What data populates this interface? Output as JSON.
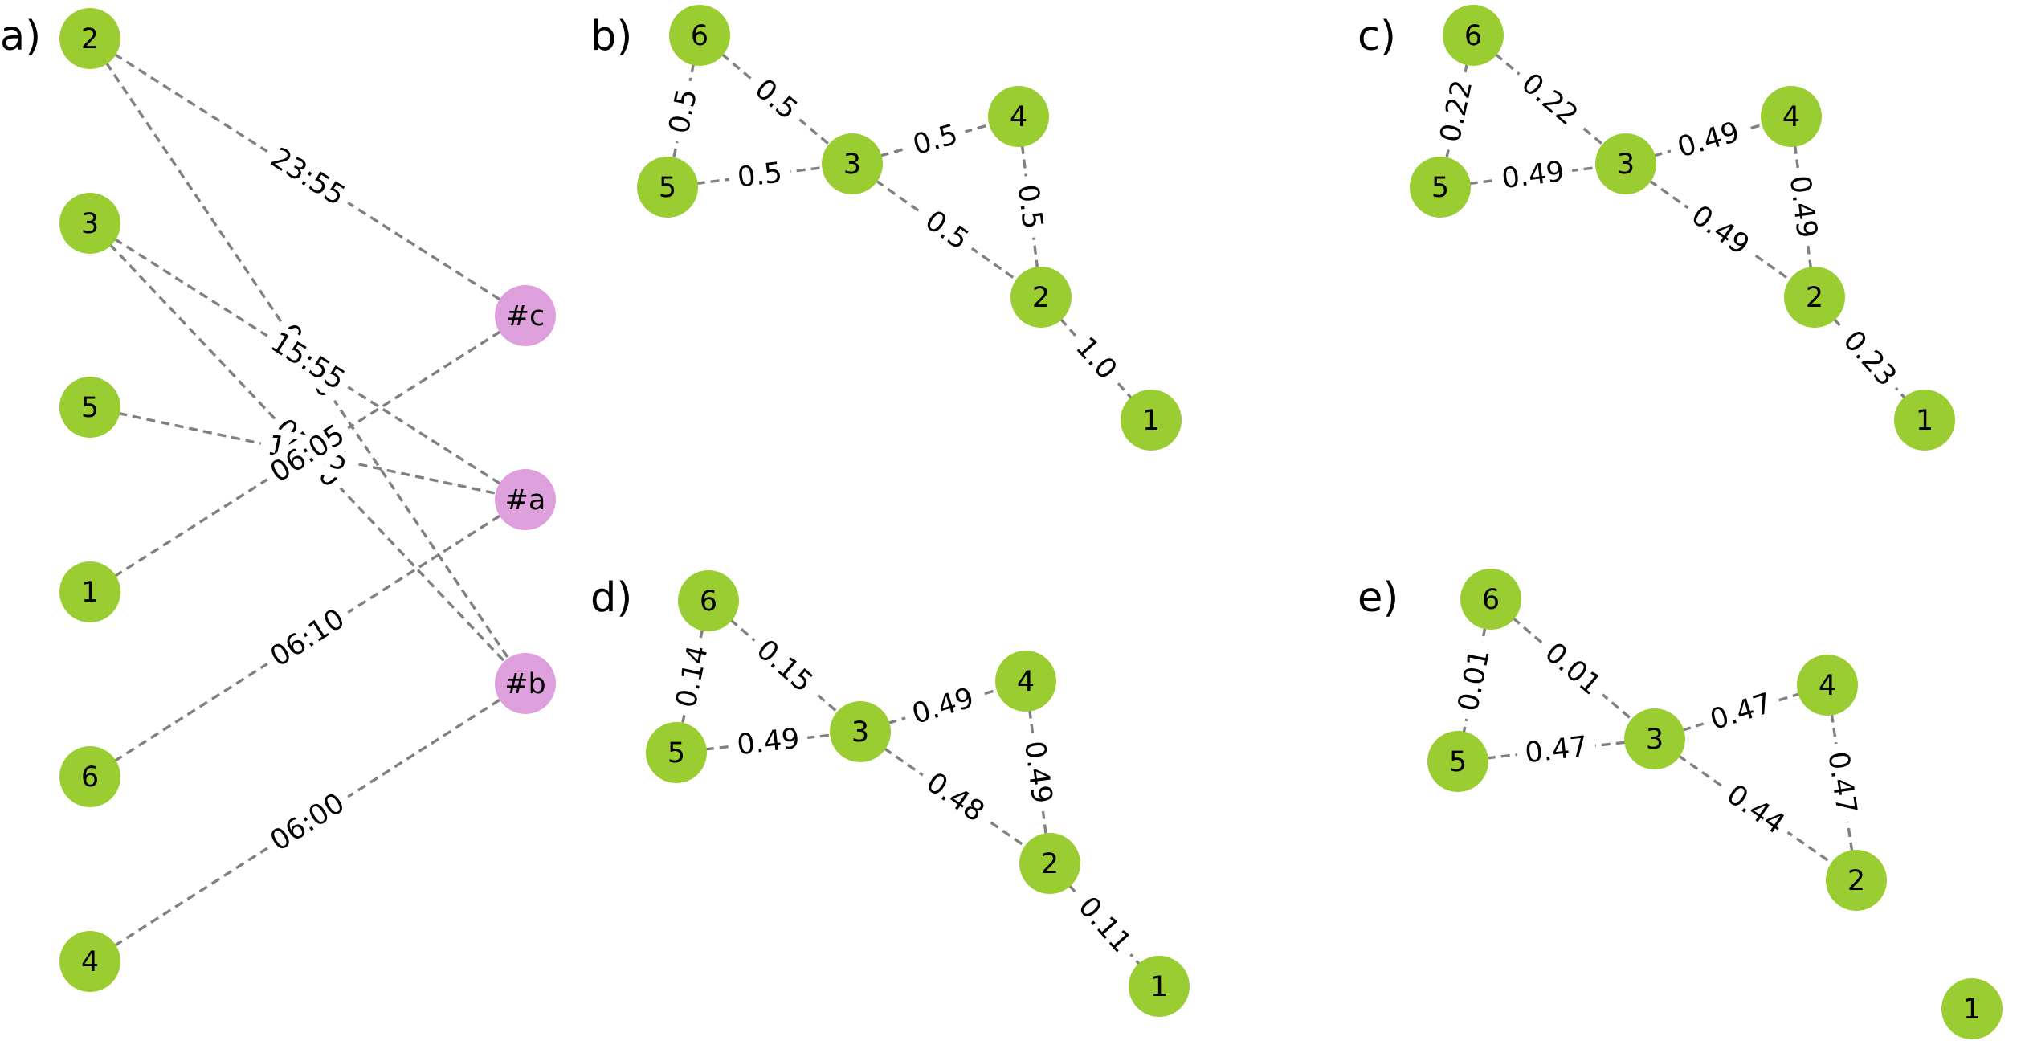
{
  "colors": {
    "user_node": "#9acd32",
    "tag_node": "#dda0dd",
    "edge": "#808080"
  },
  "panels": [
    {
      "label": "a)",
      "nodes": [
        {
          "id": "2",
          "type": "user"
        },
        {
          "id": "3",
          "type": "user"
        },
        {
          "id": "5",
          "type": "user"
        },
        {
          "id": "1",
          "type": "user"
        },
        {
          "id": "6",
          "type": "user"
        },
        {
          "id": "4",
          "type": "user"
        },
        {
          "id": "#c",
          "type": "tag"
        },
        {
          "id": "#a",
          "type": "tag"
        },
        {
          "id": "#b",
          "type": "tag"
        }
      ],
      "edges": [
        {
          "from": "2",
          "to": "#c",
          "label": "23:55"
        },
        {
          "from": "2",
          "to": "#b",
          "label": "06:10"
        },
        {
          "from": "3",
          "to": "#a",
          "label": "15:55"
        },
        {
          "from": "3",
          "to": "#b",
          "label": "05:50"
        },
        {
          "from": "5",
          "to": "#a",
          "label": "16:05"
        },
        {
          "from": "1",
          "to": "#c",
          "label": "06:05"
        },
        {
          "from": "6",
          "to": "#a",
          "label": "06:10"
        },
        {
          "from": "4",
          "to": "#b",
          "label": "06:00"
        }
      ]
    },
    {
      "label": "b)",
      "nodes": [
        {
          "id": "6"
        },
        {
          "id": "5"
        },
        {
          "id": "3"
        },
        {
          "id": "4"
        },
        {
          "id": "2"
        },
        {
          "id": "1"
        }
      ],
      "edges": [
        {
          "from": "6",
          "to": "5",
          "label": "0.5"
        },
        {
          "from": "6",
          "to": "3",
          "label": "0.5"
        },
        {
          "from": "5",
          "to": "3",
          "label": "0.5"
        },
        {
          "from": "3",
          "to": "4",
          "label": "0.5"
        },
        {
          "from": "3",
          "to": "2",
          "label": "0.5"
        },
        {
          "from": "4",
          "to": "2",
          "label": "0.5"
        },
        {
          "from": "2",
          "to": "1",
          "label": "1.0"
        }
      ]
    },
    {
      "label": "c)",
      "nodes": [
        {
          "id": "6"
        },
        {
          "id": "5"
        },
        {
          "id": "3"
        },
        {
          "id": "4"
        },
        {
          "id": "2"
        },
        {
          "id": "1"
        }
      ],
      "edges": [
        {
          "from": "6",
          "to": "5",
          "label": "0.22"
        },
        {
          "from": "6",
          "to": "3",
          "label": "0.22"
        },
        {
          "from": "5",
          "to": "3",
          "label": "0.49"
        },
        {
          "from": "3",
          "to": "4",
          "label": "0.49"
        },
        {
          "from": "3",
          "to": "2",
          "label": "0.49"
        },
        {
          "from": "4",
          "to": "2",
          "label": "0.49"
        },
        {
          "from": "2",
          "to": "1",
          "label": "0.23"
        }
      ]
    },
    {
      "label": "d)",
      "nodes": [
        {
          "id": "6"
        },
        {
          "id": "5"
        },
        {
          "id": "3"
        },
        {
          "id": "4"
        },
        {
          "id": "2"
        },
        {
          "id": "1"
        }
      ],
      "edges": [
        {
          "from": "6",
          "to": "5",
          "label": "0.14"
        },
        {
          "from": "6",
          "to": "3",
          "label": "0.15"
        },
        {
          "from": "5",
          "to": "3",
          "label": "0.49"
        },
        {
          "from": "3",
          "to": "4",
          "label": "0.49"
        },
        {
          "from": "3",
          "to": "2",
          "label": "0.48"
        },
        {
          "from": "4",
          "to": "2",
          "label": "0.49"
        },
        {
          "from": "2",
          "to": "1",
          "label": "0.11"
        }
      ]
    },
    {
      "label": "e)",
      "nodes": [
        {
          "id": "6"
        },
        {
          "id": "5"
        },
        {
          "id": "3"
        },
        {
          "id": "4"
        },
        {
          "id": "2"
        },
        {
          "id": "1"
        }
      ],
      "edges": [
        {
          "from": "6",
          "to": "5",
          "label": "0.01"
        },
        {
          "from": "6",
          "to": "3",
          "label": "0.01"
        },
        {
          "from": "5",
          "to": "3",
          "label": "0.47"
        },
        {
          "from": "3",
          "to": "4",
          "label": "0.47"
        },
        {
          "from": "3",
          "to": "2",
          "label": "0.44"
        },
        {
          "from": "4",
          "to": "2",
          "label": "0.47"
        }
      ]
    }
  ]
}
